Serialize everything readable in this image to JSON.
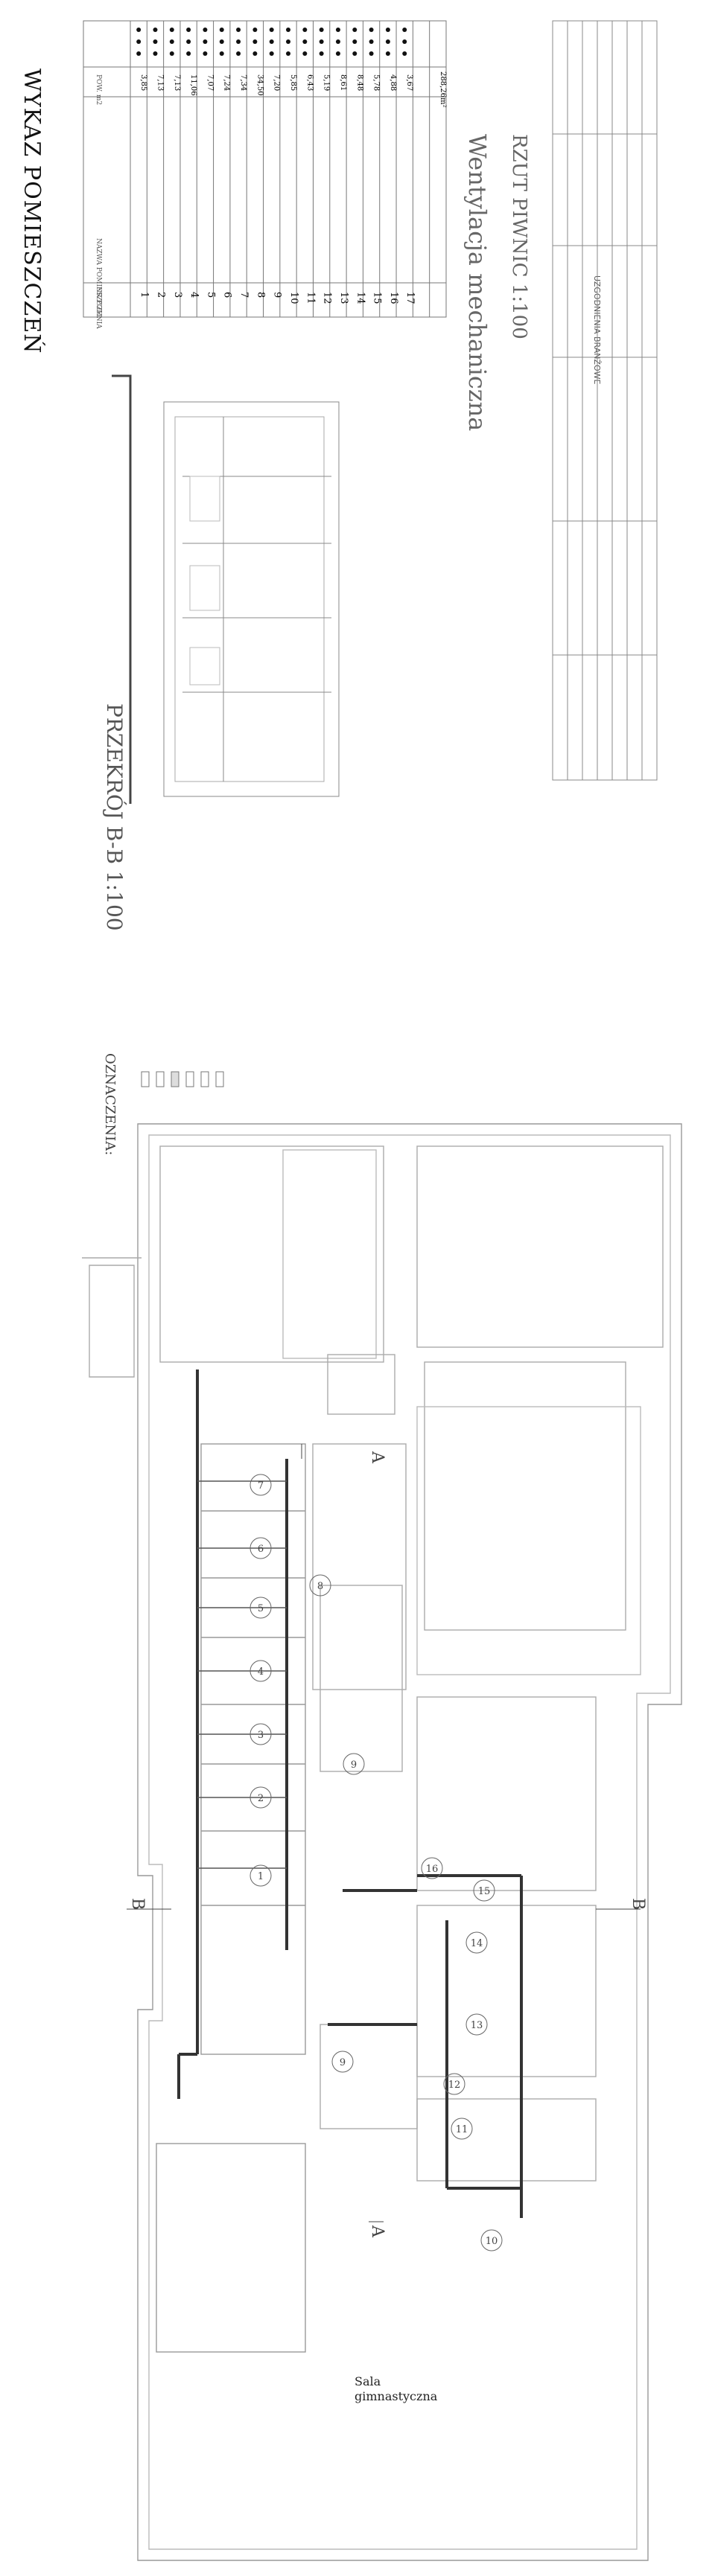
{
  "header": {
    "title": "WYKAZ POMIESZCZEŃ"
  },
  "room_table": {
    "col_headers": [
      "NR POM.",
      "NAZWA POMIESZCZENIA",
      "POW. m2"
    ],
    "rows": [
      {
        "nr": "1",
        "area": "3,85"
      },
      {
        "nr": "2",
        "area": "7,13"
      },
      {
        "nr": "3",
        "area": "7,13"
      },
      {
        "nr": "4",
        "area": "11,06"
      },
      {
        "nr": "5",
        "area": "7,07"
      },
      {
        "nr": "6",
        "area": "7,24"
      },
      {
        "nr": "7",
        "area": "7,34"
      },
      {
        "nr": "8",
        "area": "34,50"
      },
      {
        "nr": "9",
        "area": "7,20"
      },
      {
        "nr": "10",
        "area": "5,85"
      },
      {
        "nr": "11",
        "area": "6,43"
      },
      {
        "nr": "12",
        "area": "5,19"
      },
      {
        "nr": "13",
        "area": "8,61"
      },
      {
        "nr": "14",
        "area": "8,48"
      },
      {
        "nr": "15",
        "area": "5,78"
      },
      {
        "nr": "16",
        "area": "4,88"
      },
      {
        "nr": "17",
        "area": "3,67"
      }
    ],
    "total": "288,26m²"
  },
  "section": {
    "title": "PRZEKRÓJ B-B 1:100"
  },
  "legend": {
    "title": "OZNACZENIA:"
  },
  "drawing": {
    "title": "Wentylacja mechaniczna",
    "subtitle": "RZUT PIWNIC  1:100"
  },
  "rooms": {
    "gym": "Sala",
    "gym2": "gimnastyczna"
  },
  "markers": {
    "a": "A",
    "b": "B"
  },
  "approvals": {
    "title": "UZGODNIENIA BRANŻOWE"
  },
  "colors": {
    "line": "#9a9a9a",
    "duct": "#333333",
    "dark": "#111111"
  }
}
